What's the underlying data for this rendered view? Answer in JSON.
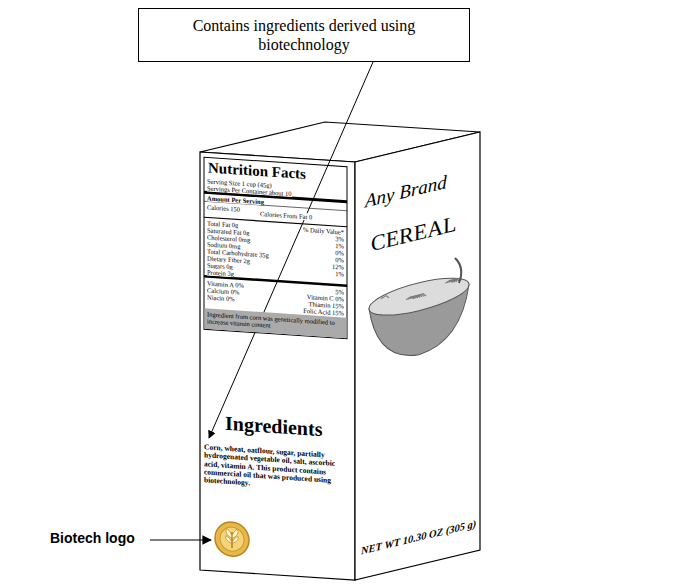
{
  "diagram": {
    "nodes": [
      {
        "text": [
          "Contains ingredients derived using biotechnology"
        ]
      }
    ],
    "labels": [
      "Biotech logo",
      "Nutrition Facts",
      "Serving Size 1 cup (45g)",
      "Servings Per Container about 10",
      "Amount Per Serving",
      "Calories 150",
      "Calories From Fat 0",
      "% Daily Value*",
      "Total Fat 0g",
      "Saturated Fat 0g",
      "3%",
      "Cholesterol 0mg",
      "1%",
      "Sodium 0mg",
      "0%",
      "Total Carbohydrate 35g",
      "0%",
      "Dietary Fiber 2g",
      "12%",
      "Sugars 0g",
      "1%",
      "Protein 3g",
      "Vitamin A 0%",
      "5%",
      "Calcium 0%",
      "Vitamin C 0%",
      "Niacin 0%",
      "Thiamin 15%",
      "Folic Acid 15%",
      "Ingredient from corn was genetically modified to increase vitamin content",
      "Ingredients",
      "Corn, wheat, oatflour, sugar, partially hydrogenated vegetable oil, salt, ascorbic acid, vitamin A. This product contains commercial oil that was produced using biotechnology.",
      "Any Brand",
      "CEREAL",
      "NET WT 10.30 OZ (305 g)"
    ]
  }
}
